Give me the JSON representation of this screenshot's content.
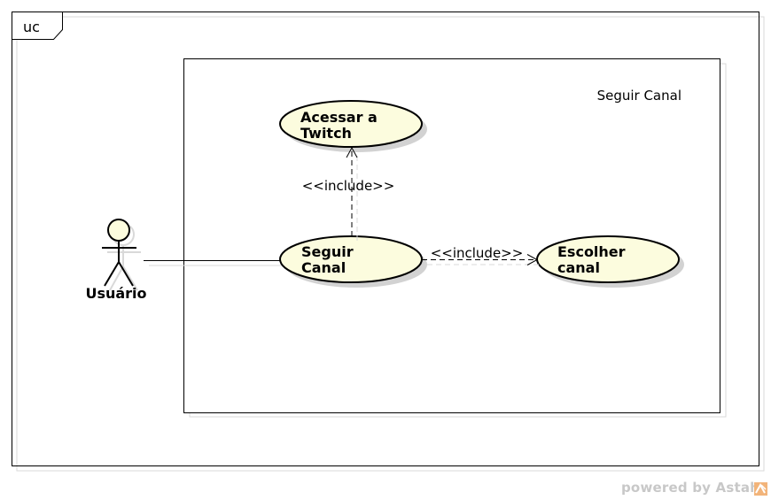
{
  "diagram": {
    "frame_tag": "uc",
    "subject_title": "Seguir Canal",
    "actor": {
      "name": "Usuário"
    },
    "use_cases": {
      "acessar": [
        "Acessar a",
        "Twitch"
      ],
      "seguir": [
        "Seguir",
        "Canal"
      ],
      "escolher": [
        "Escolher",
        "canal"
      ]
    },
    "relations": {
      "include_up": "<<include>>",
      "include_right": "<<include>>"
    },
    "colors": {
      "usecase_fill": "#fcfcde",
      "usecase_stroke": "#000000",
      "shadow": "#d2d2d2",
      "frame_stroke": "#000000"
    }
  },
  "watermark": {
    "text": "powered by Astah"
  }
}
